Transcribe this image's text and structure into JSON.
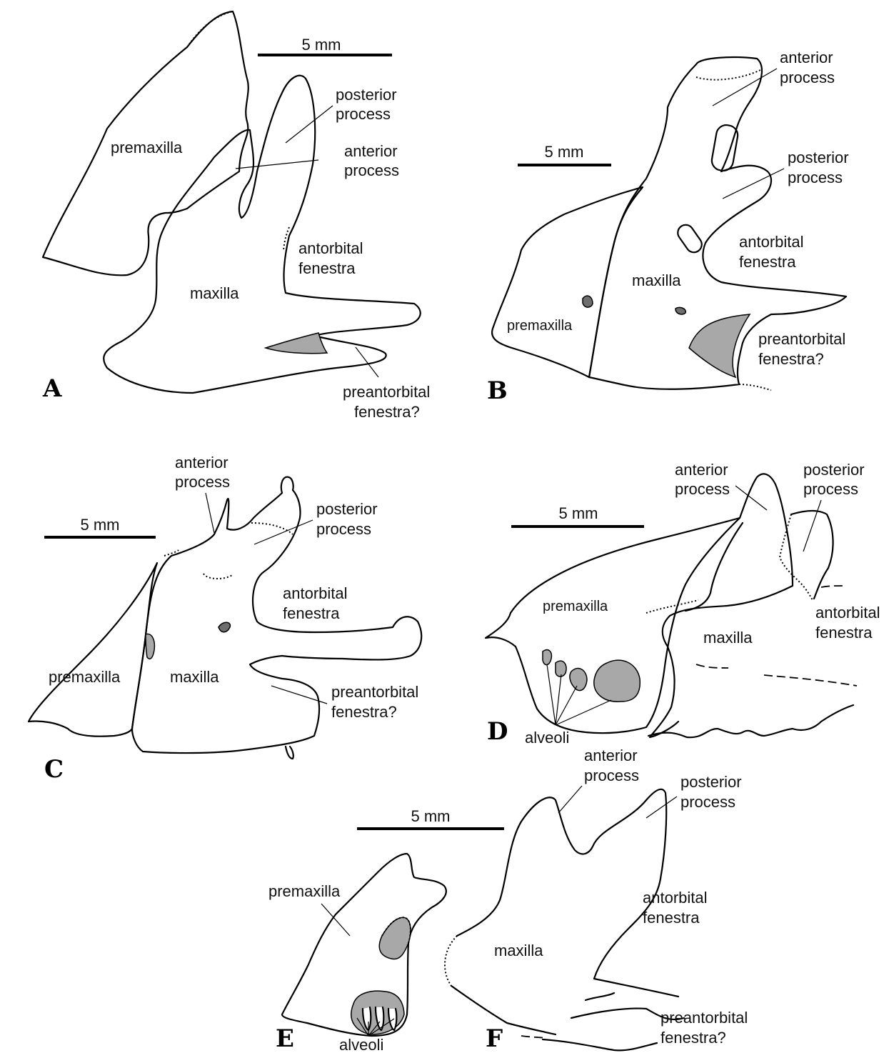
{
  "scale_label": "5 mm",
  "panels": {
    "A": {
      "letter": "A",
      "premaxilla": "premaxilla",
      "maxilla": "maxilla",
      "posterior_process": [
        "posterior",
        "process"
      ],
      "anterior_process": [
        "anterior",
        "process"
      ],
      "antorbital_fenestra": [
        "antorbital",
        "fenestra"
      ],
      "preantorbital_fenestra": [
        "preantorbital",
        "fenestra?"
      ]
    },
    "B": {
      "letter": "B",
      "premaxilla": "premaxilla",
      "maxilla": "maxilla",
      "anterior_process": [
        "anterior",
        "process"
      ],
      "posterior_process": [
        "posterior",
        "process"
      ],
      "antorbital_fenestra": [
        "antorbital",
        "fenestra"
      ],
      "preantorbital_fenestra": [
        "preantorbital",
        "fenestra?"
      ]
    },
    "C": {
      "letter": "C",
      "premaxilla": "premaxilla",
      "maxilla": "maxilla",
      "anterior_process": [
        "anterior",
        "process"
      ],
      "posterior_process": [
        "posterior",
        "process"
      ],
      "antorbital_fenestra": [
        "antorbital",
        "fenestra"
      ],
      "preantorbital_fenestra": [
        "preantorbital",
        "fenestra?"
      ]
    },
    "D": {
      "letter": "D",
      "premaxilla": "premaxilla",
      "maxilla": "maxilla",
      "anterior_process": [
        "anterior",
        "process"
      ],
      "posterior_process": [
        "posterior",
        "process"
      ],
      "antorbital_fenestra": [
        "antorbital",
        "fenestra"
      ],
      "alveoli": "alveoli"
    },
    "E": {
      "letter": "E",
      "premaxilla": "premaxilla",
      "alveoli": "alveoli"
    },
    "F": {
      "letter": "F",
      "maxilla": "maxilla",
      "anterior_process": [
        "anterior",
        "process"
      ],
      "posterior_process": [
        "posterior",
        "process"
      ],
      "antorbital_fenestra": [
        "antorbital",
        "fenestra"
      ],
      "preantorbital_fenestra": [
        "preantorbital",
        "fenestra?"
      ]
    }
  }
}
